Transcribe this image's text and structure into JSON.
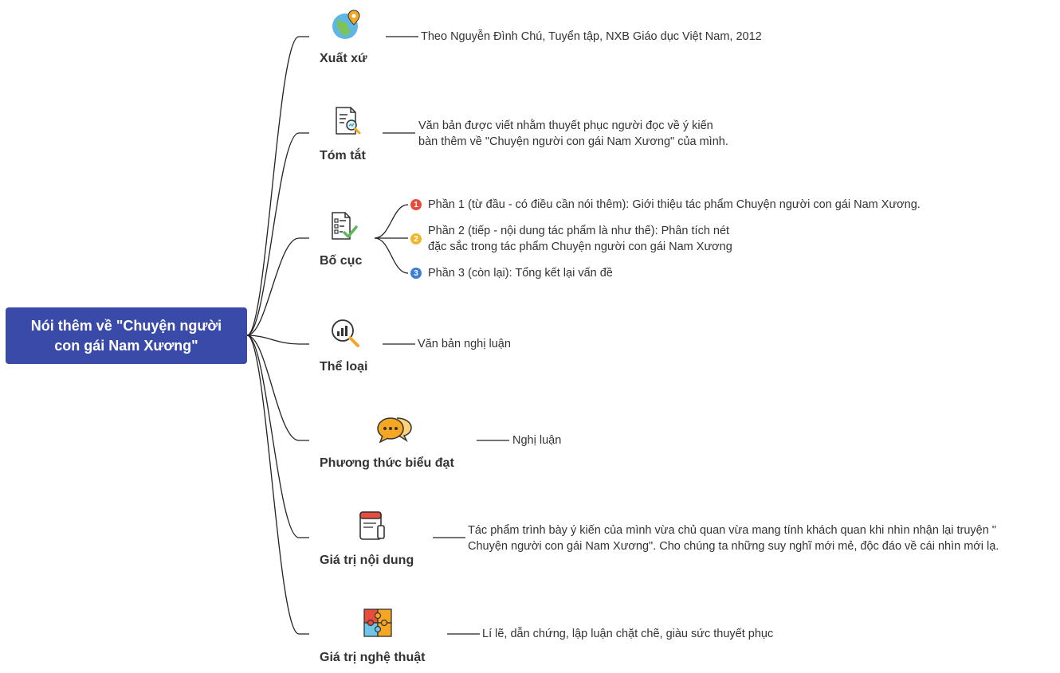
{
  "root": {
    "title_line1": "Nói thêm về \"Chuyện người",
    "title_line2": "con gái Nam Xương\""
  },
  "colors": {
    "root_bg": "#3a4aa8",
    "line": "#222222",
    "badge1": "#e84c3d",
    "badge2": "#f0b828",
    "badge3": "#3b7dd8"
  },
  "branches": {
    "xuat_xu": {
      "title": "Xuất xứ",
      "icon": "globe-pin-icon",
      "text": "Theo Nguyễn Đình Chú, Tuyển tập, NXB Giáo dục Việt Nam, 2012"
    },
    "tom_tat": {
      "title": "Tóm tắt",
      "icon": "document-search-icon",
      "text_line1": "Văn bản được viết nhằm thuyết phục người đọc về ý kiến",
      "text_line2": "bàn thêm về \"Chuyện người con gái Nam Xương\" của mình."
    },
    "bo_cuc": {
      "title": "Bố cục",
      "icon": "checklist-icon",
      "items": [
        {
          "num": "1",
          "line1": "Phần 1 (từ đầu - có điều cần nói thêm): Giới thiệu tác phẩm Chuyện người con gái Nam Xương."
        },
        {
          "num": "2",
          "line1": "Phần 2 (tiếp - nội dung tác phẩm là như thế): Phân tích nét",
          "line2": "đặc sắc trong tác phẩm Chuyện người con gái Nam Xương"
        },
        {
          "num": "3",
          "line1": "Phần 3 (còn lại): Tổng kết lại vấn đề"
        }
      ]
    },
    "the_loai": {
      "title": "Thể loại",
      "icon": "magnifier-chart-icon",
      "text": "Văn bản nghị luận"
    },
    "phuong_thuc": {
      "title": "Phương thức biểu đạt",
      "icon": "chat-bubbles-icon",
      "text": "Nghị luận"
    },
    "gia_tri_noi_dung": {
      "title": "Giá trị nội dung",
      "icon": "notebook-icon",
      "text_line1": "Tác phẩm trình bày ý kiến của mình vừa chủ quan vừa mang tính khách quan khi nhìn nhận lại truyện \"",
      "text_line2": "Chuyện người con gái Nam Xương\". Cho chúng ta những suy nghĩ mới mẻ, độc đáo về cái nhìn mới lạ."
    },
    "gia_tri_nghe_thuat": {
      "title": "Giá trị nghệ thuật",
      "icon": "puzzle-icon",
      "text": "Lí lẽ, dẫn chứng, lập luận chặt chẽ, giàu sức thuyết phục"
    }
  }
}
